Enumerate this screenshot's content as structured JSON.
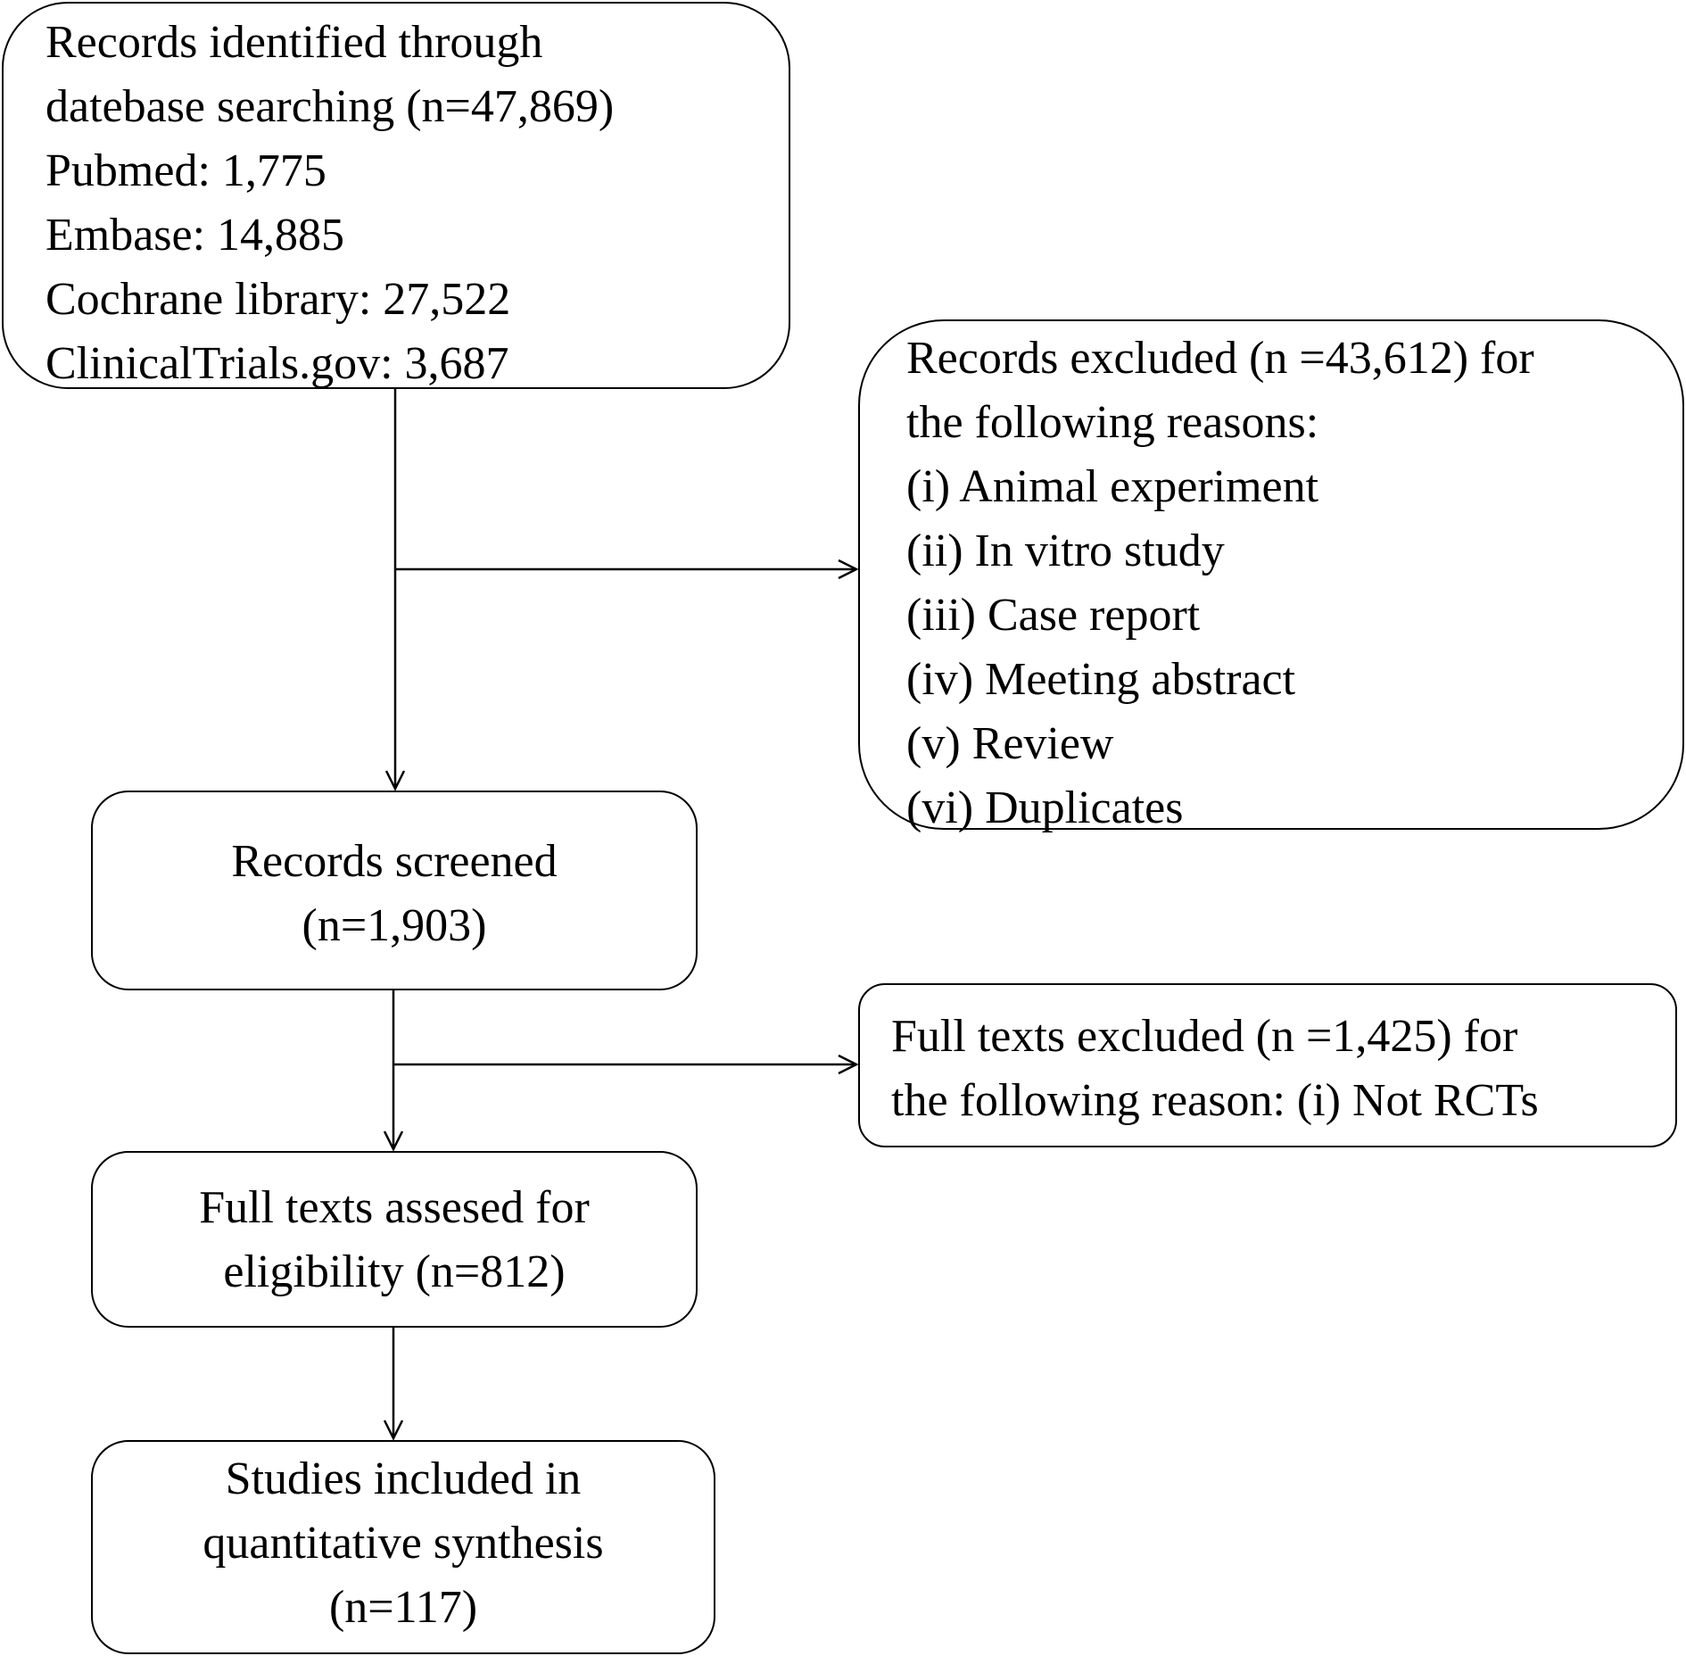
{
  "identification": {
    "lines": [
      "Records identified through",
      "datebase searching  (n=47,869)",
      "Pubmed: 1,775",
      "Embase: 14,885",
      "Cochrane library: 27,522",
      "ClinicalTrials.gov:  3,687"
    ]
  },
  "records_excluded": {
    "lines": [
      "Records excluded (n =43,612) for",
      "the following reasons:",
      "(i) Animal  experiment",
      "(ii) In vitro study",
      "(iii) Case report",
      "(iv) Meeting abstract",
      "(v) Review",
      "(vi) Duplicates"
    ]
  },
  "screened": {
    "lines": [
      "Records screened",
      "(n=1,903)"
    ]
  },
  "fulltext_excluded": {
    "lines": [
      "Full texts excluded (n =1,425) for",
      "the following reason: (i) Not RCTs"
    ]
  },
  "assessed": {
    "lines": [
      "Full texts assesed for",
      "eligibility (n=812)"
    ]
  },
  "included": {
    "lines": [
      "Studies included in",
      "quantitative synthesis",
      "(n=117)"
    ]
  }
}
